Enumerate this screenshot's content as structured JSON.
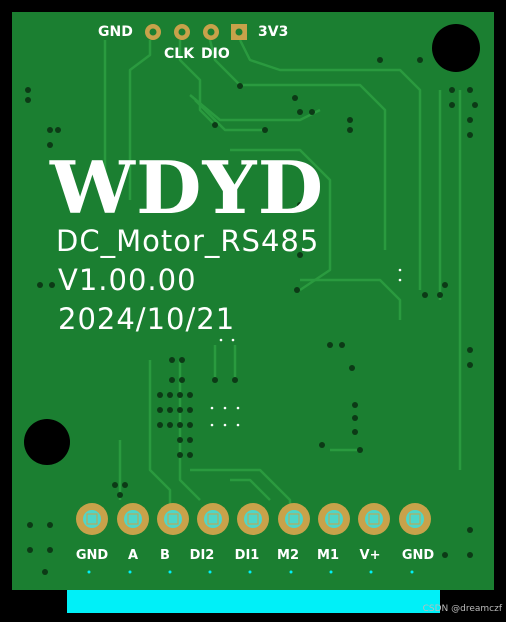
{
  "header": {
    "pins": [
      "GND",
      "3V3",
      "CLK",
      "DIO"
    ]
  },
  "board": {
    "logo": "WDYD",
    "name": "DC_Motor_RS485",
    "version": "V1.00.00",
    "date": "2024/10/21"
  },
  "connector": {
    "pins": [
      "GND",
      "A",
      "B",
      "DI2",
      "DI1",
      "M2",
      "M1",
      "V+",
      "GND"
    ]
  },
  "watermark": "CSDN @dreamczf",
  "colors": {
    "board": "#1b7f31",
    "trace": "#2a9a3f",
    "pad": "#c8a24a",
    "pad_center": "#4fd6c8",
    "highlight": "#00f0f8"
  }
}
